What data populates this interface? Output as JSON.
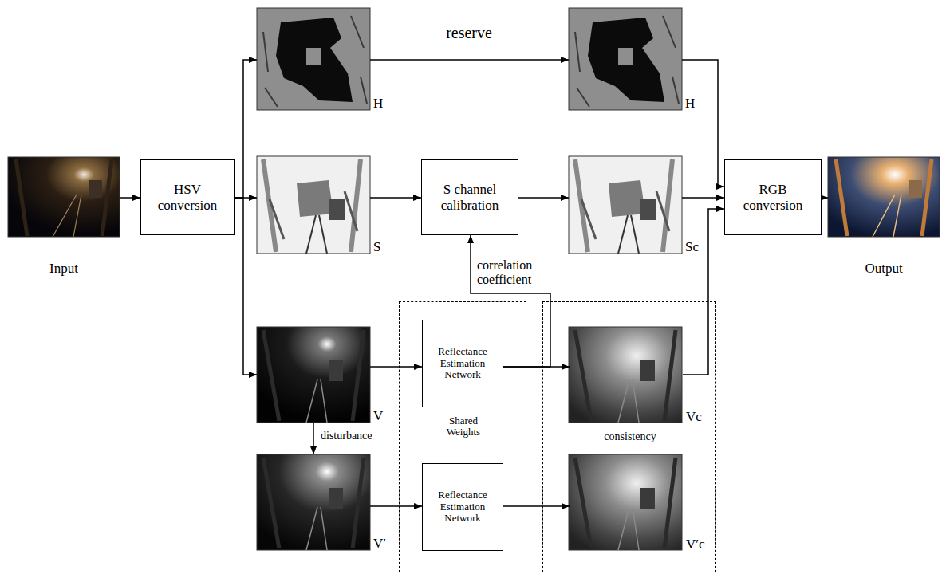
{
  "diagram": {
    "nodes": [
      {
        "text": [
          "Input"
        ]
      },
      {
        "text": [
          "HSV conversion"
        ]
      },
      {
        "text": [
          "H"
        ]
      },
      {
        "text": [
          "H"
        ]
      },
      {
        "text": [
          "S"
        ]
      },
      {
        "text": [
          "S channel calibration"
        ]
      },
      {
        "text": [
          "Sc"
        ]
      },
      {
        "text": [
          "RGB conversion"
        ]
      },
      {
        "text": [
          "Output"
        ]
      },
      {
        "text": [
          "V"
        ]
      },
      {
        "text": [
          "V′"
        ]
      },
      {
        "text": [
          "Shared Weights"
        ]
      },
      {
        "text": [
          "Reflectance Estimation Network"
        ],
        "in": 11
      },
      {
        "text": [
          "Reflectance Estimation Network"
        ],
        "in": 11
      },
      {
        "text": [
          "consistency"
        ]
      },
      {
        "text": [
          "Vc"
        ],
        "in": 14
      },
      {
        "text": [
          "V′c"
        ],
        "in": 14
      }
    ],
    "edges": [
      {
        "from": 0,
        "to": 1,
        "arrow": "to"
      },
      {
        "from": 1,
        "to": 2,
        "arrow": "to"
      },
      {
        "from": 1,
        "to": 4,
        "arrow": "to"
      },
      {
        "from": 1,
        "to": 9,
        "arrow": "to"
      },
      {
        "from": 2,
        "to": 3,
        "label": "reserve",
        "arrow": "to"
      },
      {
        "from": 4,
        "to": 5,
        "arrow": "to"
      },
      {
        "from": 5,
        "to": 6,
        "arrow": "to"
      },
      {
        "from": 3,
        "to": 7,
        "arrow": "to"
      },
      {
        "from": 6,
        "to": 7,
        "arrow": "to"
      },
      {
        "from": 15,
        "to": 7,
        "arrow": "to"
      },
      {
        "from": 7,
        "to": 8,
        "arrow": "to"
      },
      {
        "from": 9,
        "to": 10,
        "label": "disturbance",
        "arrow": "to"
      },
      {
        "from": 9,
        "to": 12,
        "arrow": "to"
      },
      {
        "from": 10,
        "to": 13,
        "arrow": "to"
      },
      {
        "from": 12,
        "to": 15,
        "arrow": "to"
      },
      {
        "from": 13,
        "to": 16,
        "arrow": "to"
      },
      {
        "from": 12,
        "to": 5,
        "label": "correlation coefficient",
        "arrow": "to"
      }
    ]
  }
}
